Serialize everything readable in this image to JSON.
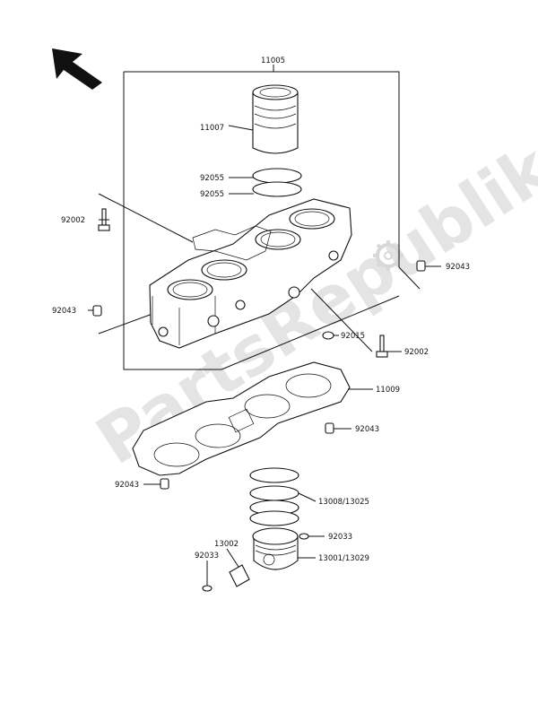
{
  "watermark": "PartsRepublik",
  "direction_arrow_icon": "arrow-up-left-icon",
  "watermark_icon": "gear-icon",
  "parts": [
    {
      "id": "11005"
    },
    {
      "id": "11007"
    },
    {
      "id": "92055"
    },
    {
      "id": "92055"
    },
    {
      "id": "92002"
    },
    {
      "id": "92043"
    },
    {
      "id": "92043"
    },
    {
      "id": "92015"
    },
    {
      "id": "92002"
    },
    {
      "id": "11009"
    },
    {
      "id": "92043"
    },
    {
      "id": "92043"
    },
    {
      "id": "13008/13025"
    },
    {
      "id": "92033"
    },
    {
      "id": "13002"
    },
    {
      "id": "92033"
    },
    {
      "id": "13001/13029"
    }
  ]
}
